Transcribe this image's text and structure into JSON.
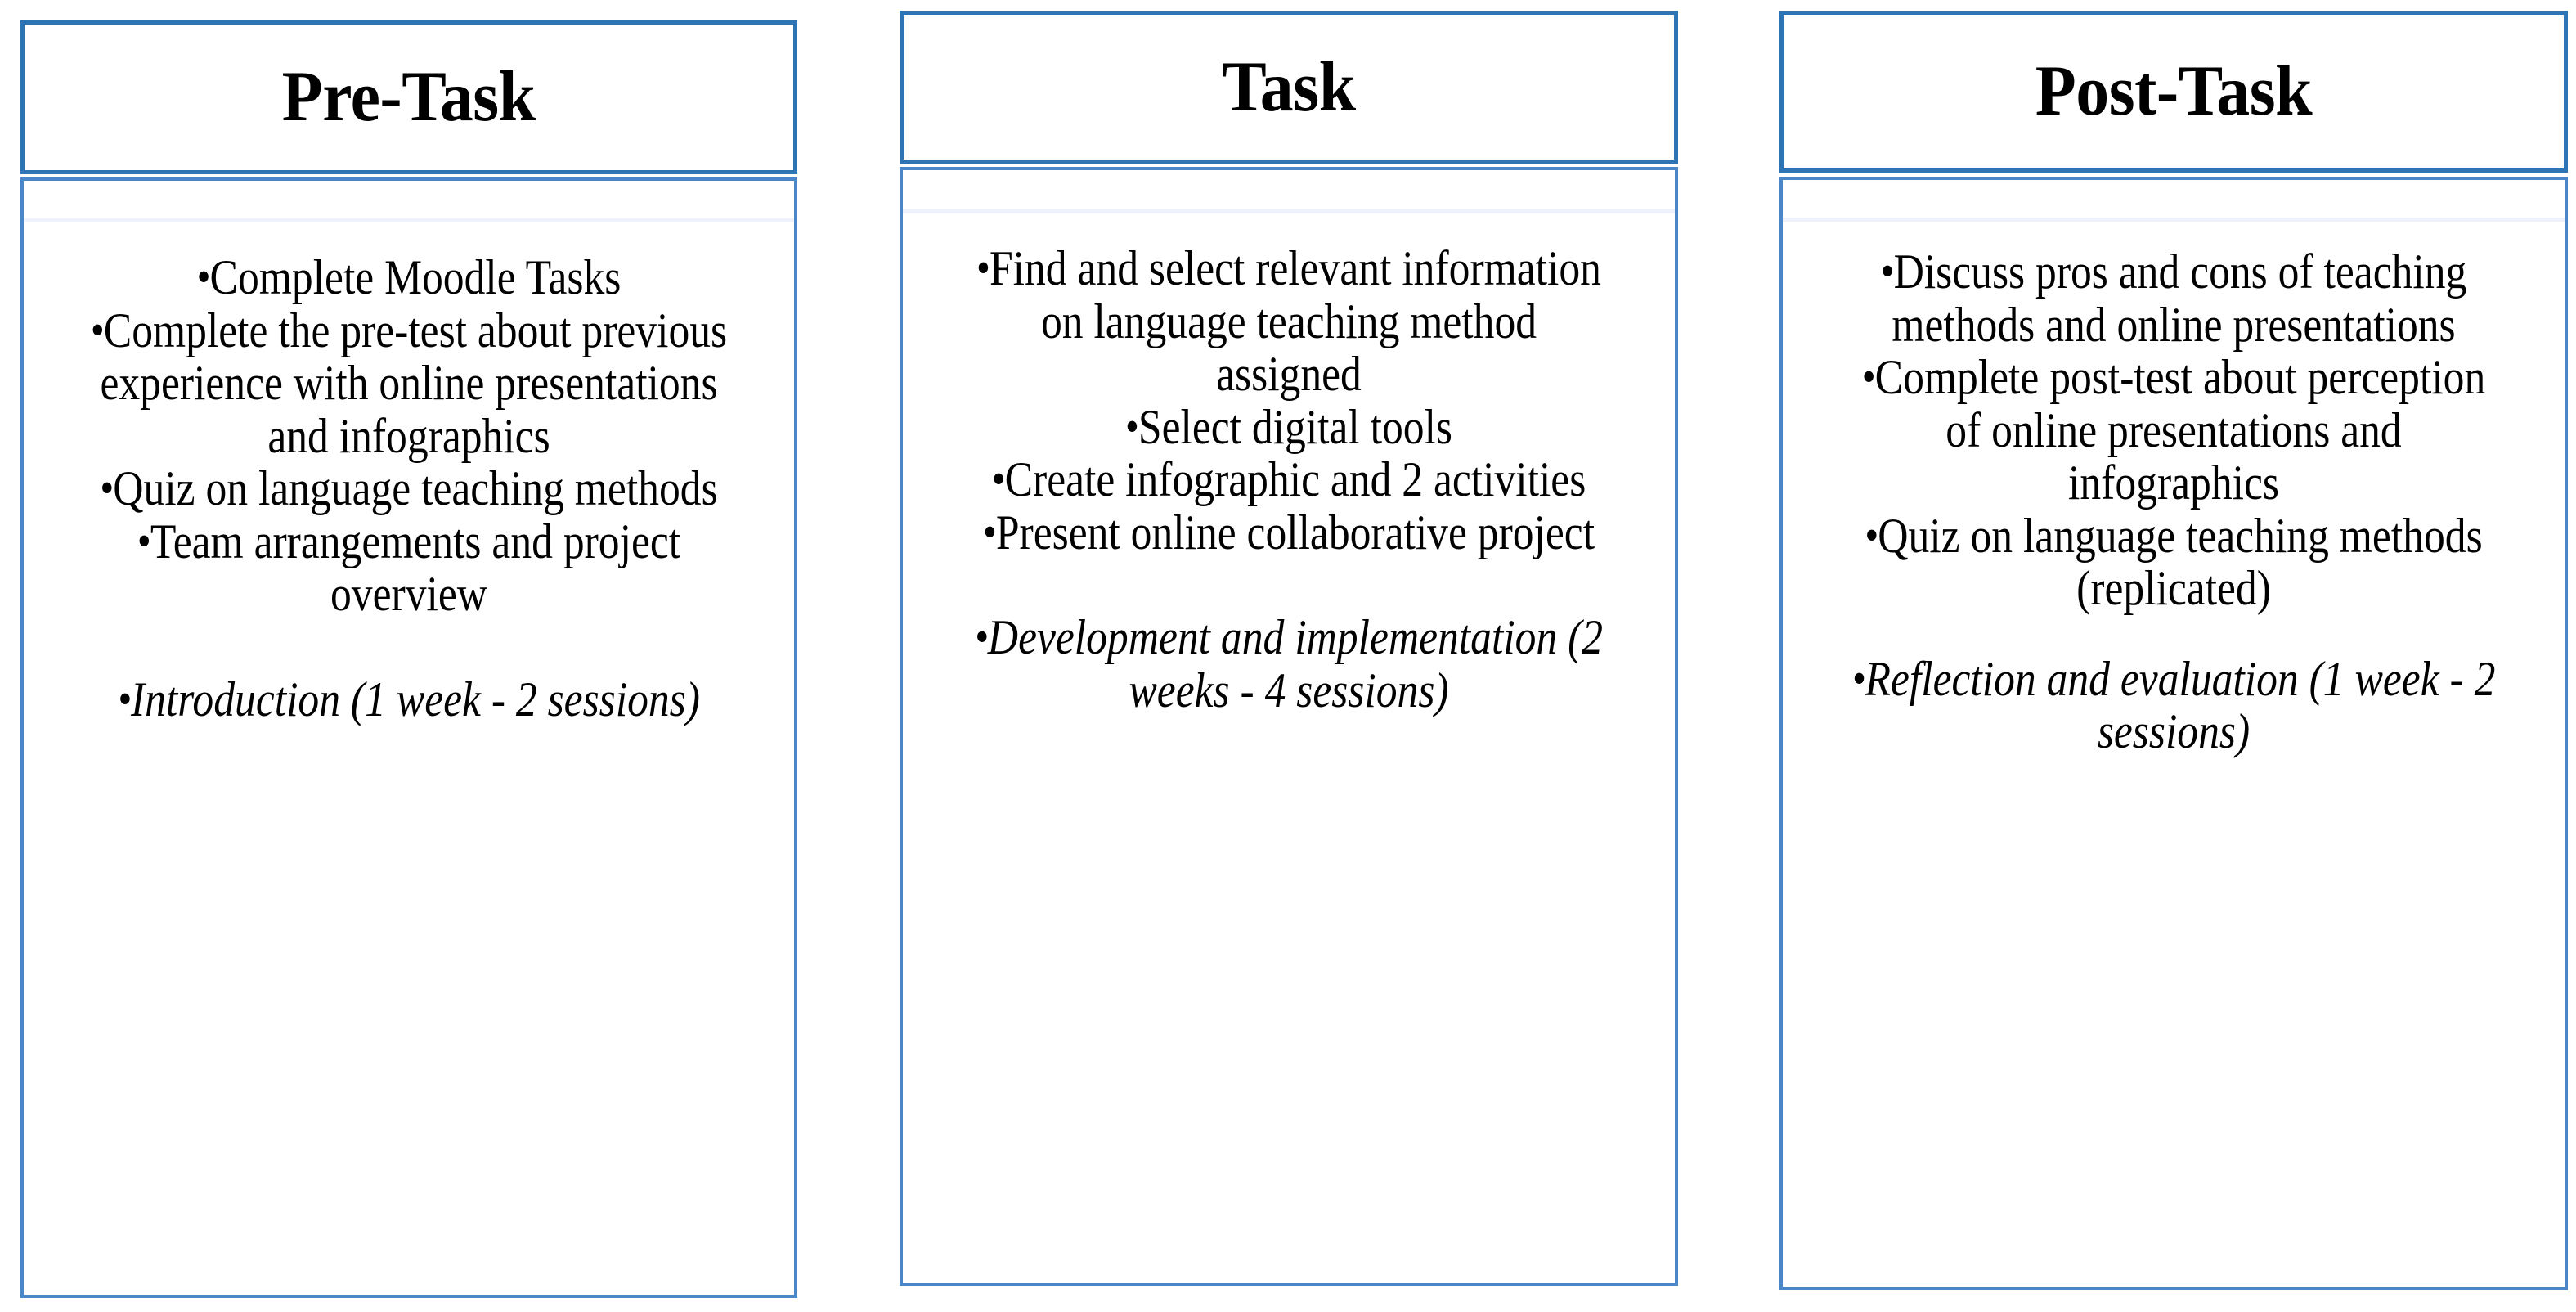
{
  "diagram": {
    "type": "three-phase-task-cycle",
    "bullet_glyph": "•",
    "colors": {
      "header_border": "#2e74b5",
      "body_border": "#4a86c8",
      "faint_rule": "#eef2fb",
      "text": "#000000",
      "background": "#ffffff"
    },
    "columns": [
      {
        "id": "pre-task",
        "title": "Pre-Task",
        "items": [
          {
            "text": "Complete Moodle Tasks",
            "italic": false
          },
          {
            "text": "Complete the pre-test about previous experience with online presentations and infographics",
            "italic": false
          },
          {
            "text": "Quiz on language teaching methods",
            "italic": false
          },
          {
            "text": "Team arrangements and project overview",
            "italic": false
          },
          {
            "text": "Introduction (1 week - 2 sessions)",
            "italic": true
          }
        ]
      },
      {
        "id": "task",
        "title": "Task",
        "items": [
          {
            "text": "Find and select relevant information on language teaching method assigned",
            "italic": false
          },
          {
            "text": "Select digital tools",
            "italic": false
          },
          {
            "text": "Create infographic and 2 activities",
            "italic": false
          },
          {
            "text": "Present online collaborative project",
            "italic": false
          },
          {
            "text": "Development and implementation (2 weeks - 4 sessions)",
            "italic": true
          }
        ]
      },
      {
        "id": "post-task",
        "title": "Post-Task",
        "items": [
          {
            "text": "Discuss pros and cons of teaching methods and online presentations",
            "italic": false
          },
          {
            "text": "Complete post-test about perception of online presentations and infographics",
            "italic": false
          },
          {
            "text": "Quiz on language teaching methods (replicated)",
            "italic": false
          },
          {
            "text": "Reflection and evaluation (1 week - 2 sessions)",
            "italic": true
          }
        ]
      }
    ]
  }
}
